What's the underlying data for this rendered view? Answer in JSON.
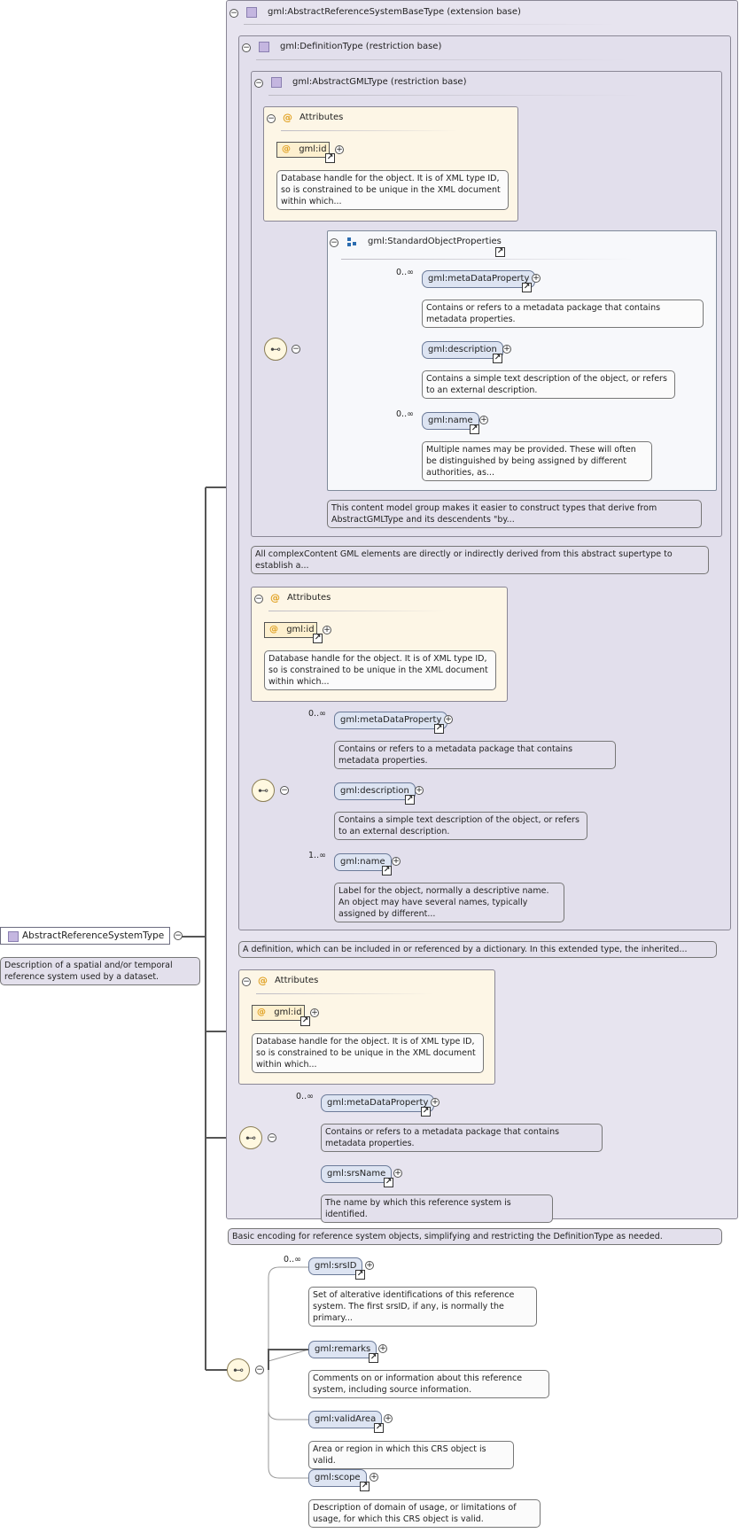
{
  "root": {
    "name": "AbstractReferenceSystemType",
    "doc": "Description of a spatial and/or temporal reference system used by a dataset."
  },
  "ext_base": {
    "title": "gml:AbstractReferenceSystemBaseType (extension base)",
    "doc": "Basic encoding for reference system objects, simplifying and restricting the DefinitionType as needed."
  },
  "def_type": {
    "title": "gml:DefinitionType (restriction base)",
    "doc": "A definition, which can be included in or referenced by a dictionary. In this extended type, the inherited..."
  },
  "gml_type": {
    "title": "gml:AbstractGMLType (restriction base)",
    "doc": "All complexContent GML elements are directly or indirectly derived from this abstract supertype to establish a..."
  },
  "attributes_label": "Attributes",
  "gml_id": {
    "name": "gml:id",
    "doc": "Database handle for the object. It is of XML type ID, so is constrained to be unique in the XML document within which..."
  },
  "std_props": {
    "title": "gml:StandardObjectProperties",
    "doc": "This content model group makes it easier to construct types that derive from AbstractGMLType and its descendents \"by..."
  },
  "metadata_property": {
    "name": "gml:metaDataProperty",
    "card": "0..∞",
    "doc": "Contains or refers to a metadata package that contains metadata properties."
  },
  "description": {
    "name": "gml:description",
    "doc": "Contains a simple text description of the object, or refers to an external description."
  },
  "name_inner": {
    "name": "gml:name",
    "card": "0..∞",
    "doc": "Multiple names may be provided. These will often be distinguished by being assigned by different authorities, as..."
  },
  "name_def": {
    "name": "gml:name",
    "card": "1..∞",
    "doc": "Label for the object, normally a descriptive name. An object may have several names, typically assigned by different..."
  },
  "srs_name": {
    "name": "gml:srsName",
    "doc": "The name by which this reference system is identified."
  },
  "srs_id": {
    "name": "gml:srsID",
    "card": "0..∞",
    "doc": "Set of alterative identifications of this reference system. The first srsID, if any, is normally the primary..."
  },
  "remarks": {
    "name": "gml:remarks",
    "doc": "Comments on or information about this reference system, including source information."
  },
  "valid_area": {
    "name": "gml:validArea",
    "doc": "Area or region in which this CRS object is valid."
  },
  "scope": {
    "name": "gml:scope",
    "doc": "Description of domain of usage, or limitations of usage, for which this CRS object is valid."
  },
  "symbols": {
    "minus": "−",
    "plus": "+",
    "at": "@",
    "link": "↗",
    "sequence": "⊷"
  },
  "colors": {
    "complex_box": "#e7e4ef",
    "attribute_box": "#fdf6e6",
    "element_fill": "#dde4f2",
    "attr_fill": "#fdf0cf",
    "connector": "#555555"
  }
}
